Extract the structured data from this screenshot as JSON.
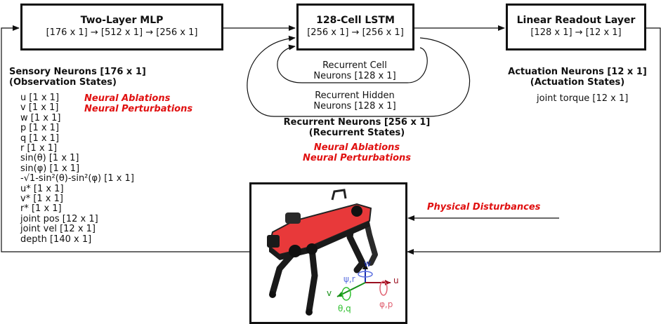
{
  "mlp": {
    "title": "Two-Layer MLP",
    "dims": "[176 x 1] → [512 x 1] → [256 x 1]"
  },
  "lstm": {
    "title": "128-Cell LSTM",
    "dims": "[256 x 1] → [256 x 1]"
  },
  "readout": {
    "title": "Linear Readout Layer",
    "dims": "[128 x 1] → [12 x 1]"
  },
  "recurrent_cell": {
    "line1": "Recurrent Cell",
    "line2": "Neurons [128 x 1]"
  },
  "recurrent_hidden": {
    "line1": "Recurrent Hidden",
    "line2": "Neurons [128 x 1]"
  },
  "recurrent_neurons": {
    "line1": "Recurrent Neurons [256 x 1]",
    "line2": "(Recurrent States)"
  },
  "sensory": {
    "title1": "Sensory Neurons [176 x 1]",
    "title2": "(Observation States)",
    "items": [
      "u [1 x 1]",
      "v [1 x 1]",
      "w [1 x 1]",
      "p [1 x 1]",
      "q [1 x 1]",
      "r [1 x 1]",
      "sin(θ) [1 x 1]",
      "sin(φ) [1 x 1]",
      "-√1-sin²(θ)-sin²(φ) [1 x 1]",
      "u* [1 x 1]",
      "v* [1 x 1]",
      "r* [1 x 1]",
      "joint pos [12 x 1]",
      "joint vel [12 x 1]",
      "depth [140 x 1]"
    ]
  },
  "actuation": {
    "title1": "Actuation Neurons [12 x 1]",
    "title2": "(Actuation States)",
    "item": "joint torque [12 x 1]"
  },
  "labels": {
    "ablations": "Neural Ablations",
    "perturbations": "Neural Perturbations",
    "physical": "Physical Disturbances"
  },
  "axes": {
    "w": "w",
    "u": "u",
    "v": "v",
    "psi_r": "ψ,r",
    "phi_p": "φ,p",
    "theta_q": "θ,q"
  },
  "colors": {
    "red": "#e01010",
    "robot_red": "#e8393a",
    "axis_w": "#1a2fb0",
    "axis_u": "#9a1020",
    "axis_v": "#169016"
  }
}
